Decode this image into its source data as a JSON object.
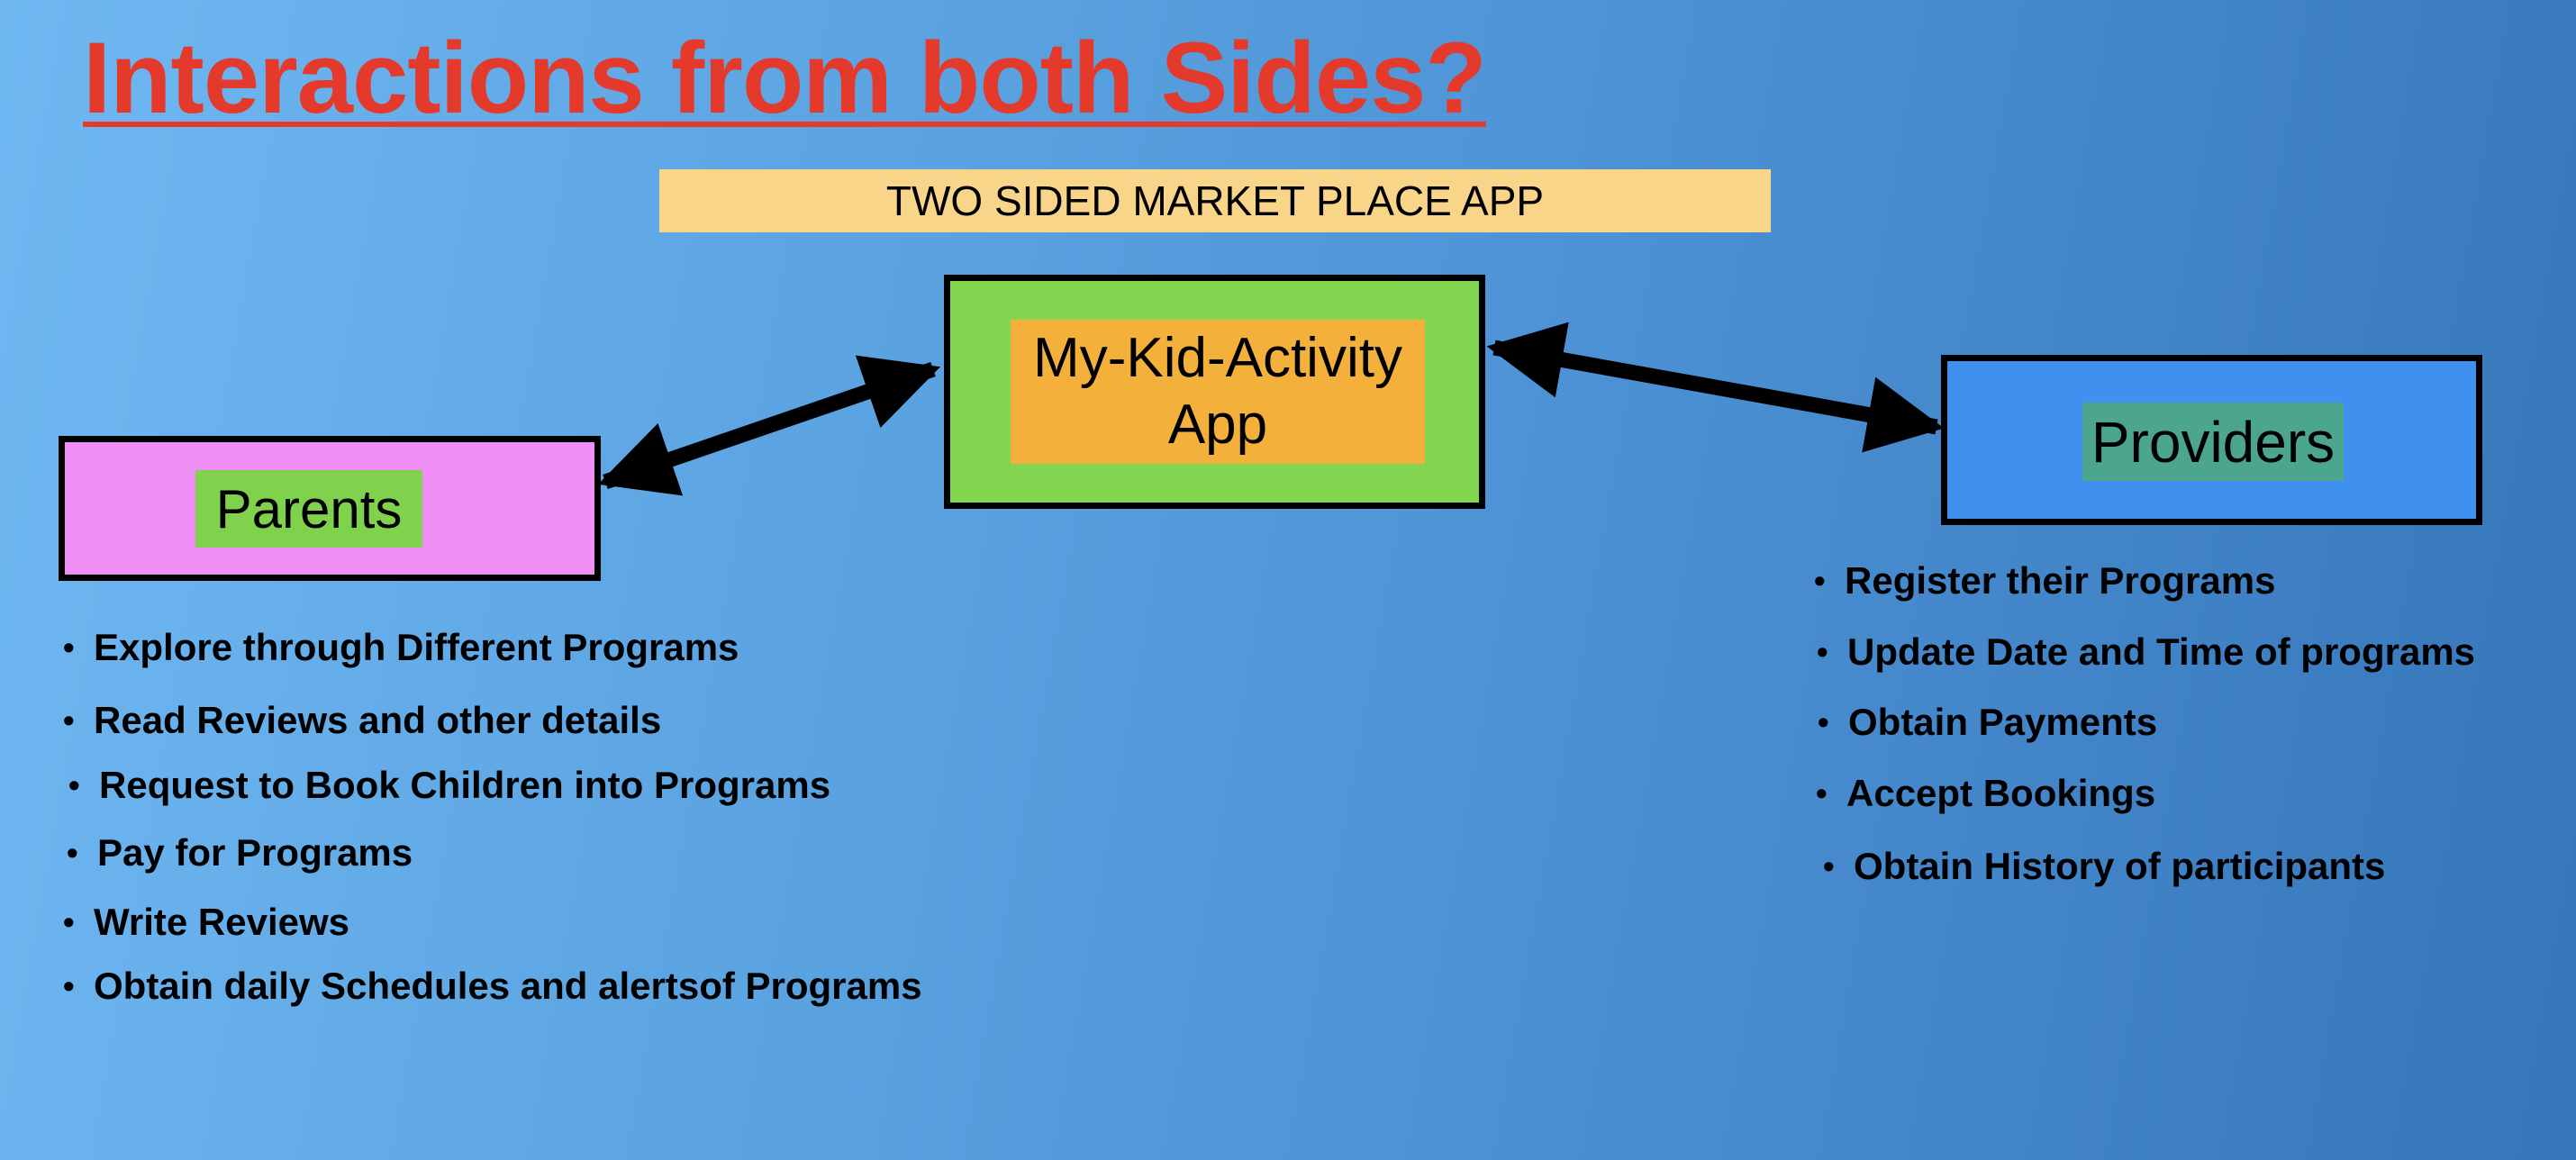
{
  "title": "Interactions from both Sides?",
  "banner": "TWO SIDED MARKET PLACE APP",
  "app": {
    "label": "My-Kid-Activity App"
  },
  "parents": {
    "label": "Parents",
    "items": [
      "Explore through Different Programs",
      "Read Reviews and other details",
      "Request to Book Children into Programs",
      "Pay for Programs",
      "Write Reviews",
      "Obtain daily Schedules and alertsof Programs"
    ]
  },
  "providers": {
    "label": "Providers",
    "items": [
      "Register their Programs",
      "Update Date and Time of programs",
      "Obtain Payments",
      "Accept Bookings",
      "Obtain History of participants"
    ]
  },
  "colors": {
    "title": "#e43a2c",
    "banner": "#f8d588",
    "app_box": "#84d651",
    "app_label": "#f3b13c",
    "parents_box": "#ef8ef4",
    "parents_label": "#80d24c",
    "providers_box": "#4090ef",
    "providers_label": "#4ca58d"
  }
}
